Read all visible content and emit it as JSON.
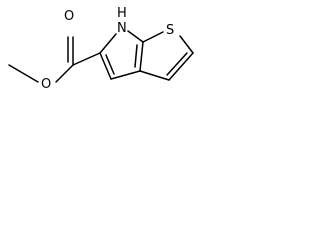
{
  "molecule": {
    "atoms": {
      "ether_oxygen": "O",
      "carbonyl_oxygen": "O",
      "nh": "H",
      "n": "N",
      "s": "S"
    }
  },
  "colors": {
    "bond": "#000000",
    "label": "#000000",
    "background": "#ffffff"
  }
}
